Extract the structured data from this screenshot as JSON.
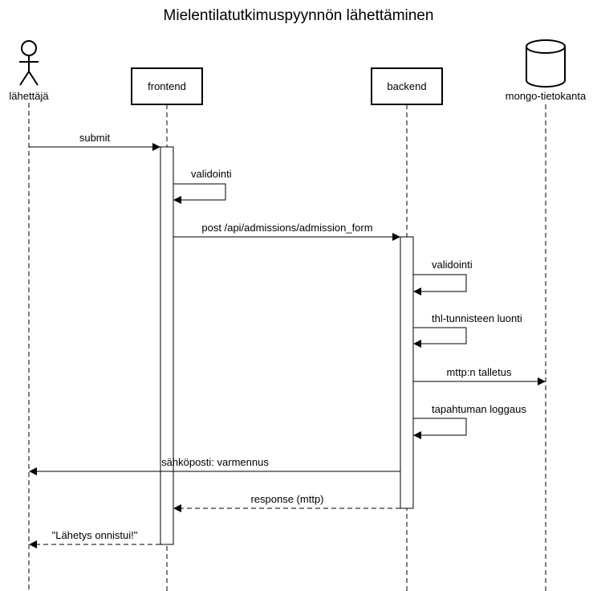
{
  "title": "Mielentilatutkimuspyynnön lähettäminen",
  "participants": {
    "sender": "lähettäjä",
    "frontend": "frontend",
    "backend": "backend",
    "db": "mongo-tietokanta"
  },
  "messages": {
    "submit": "submit",
    "fe_validation": "validointi",
    "post": "post /api/admissions/admission_form",
    "be_validation": "validointi",
    "thl_id": "thl-tunnisteen luonti",
    "store": "mttp:n talletus",
    "log": "tapahtuman loggaus",
    "email": "sähköposti: varmennus",
    "response": "response (mttp)",
    "success": "\"Lähetys onnistui!\""
  }
}
